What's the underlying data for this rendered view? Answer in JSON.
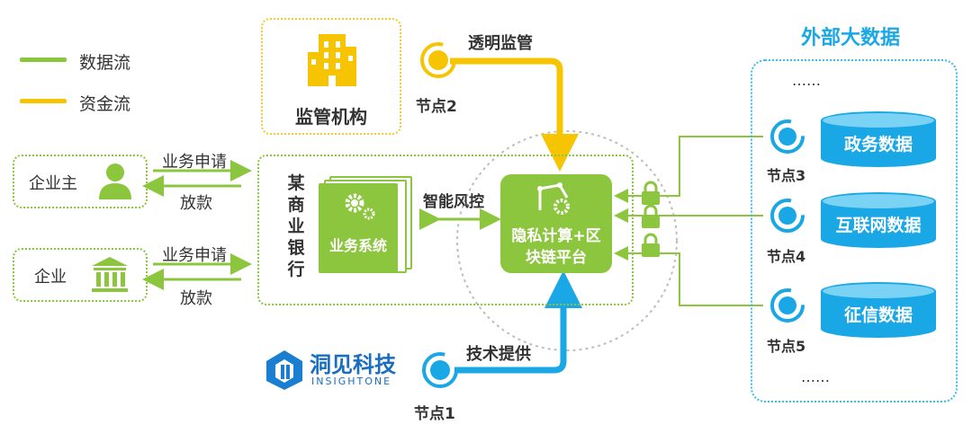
{
  "legend": {
    "data_flow": "数据流",
    "fund_flow": "资金流"
  },
  "colors": {
    "green": "#8cc63f",
    "yellow": "#f6c400",
    "blue": "#1aa7e6"
  },
  "regulator": {
    "label": "监管机构",
    "node": "节点2",
    "edge": "透明监管"
  },
  "external": {
    "title": "外部大数据",
    "ellipsis_top": "……",
    "ellipsis_bottom": "……",
    "sources": [
      {
        "label": "政务数据",
        "node": "节点3"
      },
      {
        "label": "互联网数据",
        "node": "节点4"
      },
      {
        "label": "征信数据",
        "node": "节点5"
      }
    ]
  },
  "customers": [
    {
      "label": "企业主",
      "icon": "person-icon",
      "request": "业务申请",
      "loan": "放款"
    },
    {
      "label": "企业",
      "icon": "bank-building-icon",
      "request": "业务申请",
      "loan": "放款"
    }
  ],
  "bank": {
    "name": "某商业银行",
    "name_chars": [
      "某",
      "商",
      "业",
      "银",
      "行"
    ],
    "system": "业务系统",
    "edge": "智能风控"
  },
  "platform": {
    "line1": "隐私计算+区",
    "line2": "块链平台"
  },
  "provider": {
    "name": "洞见科技",
    "sub": "INSIGHTONE",
    "node": "节点1",
    "edge": "技术提供"
  }
}
